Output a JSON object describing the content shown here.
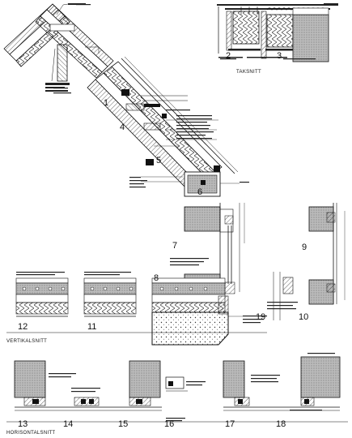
{
  "sections": {
    "takssnitt": "TAKSNITT",
    "vertikalsnitt": "VERTIKALSNITT",
    "horisontalsnitt": "HORISONTALSNITT"
  },
  "details": [
    "1",
    "2",
    "3",
    "4",
    "5",
    "6",
    "7",
    "8",
    "9",
    "10",
    "11",
    "12",
    "13",
    "14",
    "15",
    "16",
    "17",
    "18",
    "19"
  ]
}
